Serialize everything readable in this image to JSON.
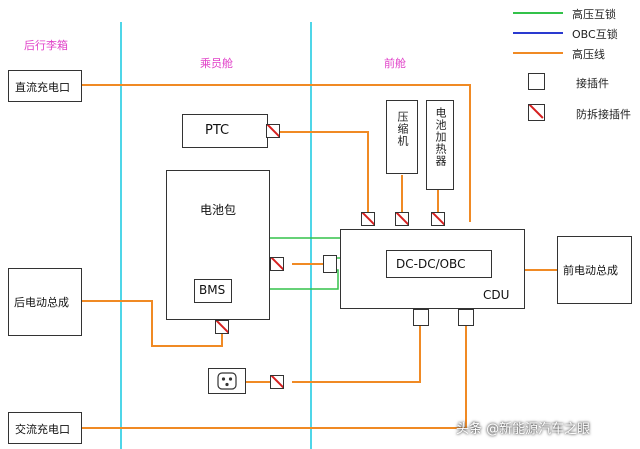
{
  "zones": {
    "rear_trunk": "后行李箱",
    "cabin": "乘员舱",
    "front_cabin": "前舱"
  },
  "legend": {
    "hv_interlock": "高压互锁",
    "obc_interlock": "OBC互锁",
    "hv_line": "高压线",
    "connector": "接插件",
    "protected_connector": "防拆接插件"
  },
  "components": {
    "dc_charge_port": "直流充电口",
    "ac_charge_port": "交流充电口",
    "rear_motor": "后电动总成",
    "front_motor": "前电动总成",
    "ptc": "PTC",
    "battery_pack": "电池包",
    "bms": "BMS",
    "compressor": "压缩机",
    "battery_heater": "电池加热器",
    "dcdc_obc": "DC-DC/OBC",
    "cdu": "CDU"
  },
  "watermark": "头条 @新能源汽车之眼",
  "colors": {
    "hv_interlock": "#33c24a",
    "obc_interlock": "#2a3ad0",
    "hv_line": "#f08a24",
    "zone_divider": "#4fd6e8",
    "zone_label": "#e040c8",
    "protected_mark": "#d62020"
  }
}
